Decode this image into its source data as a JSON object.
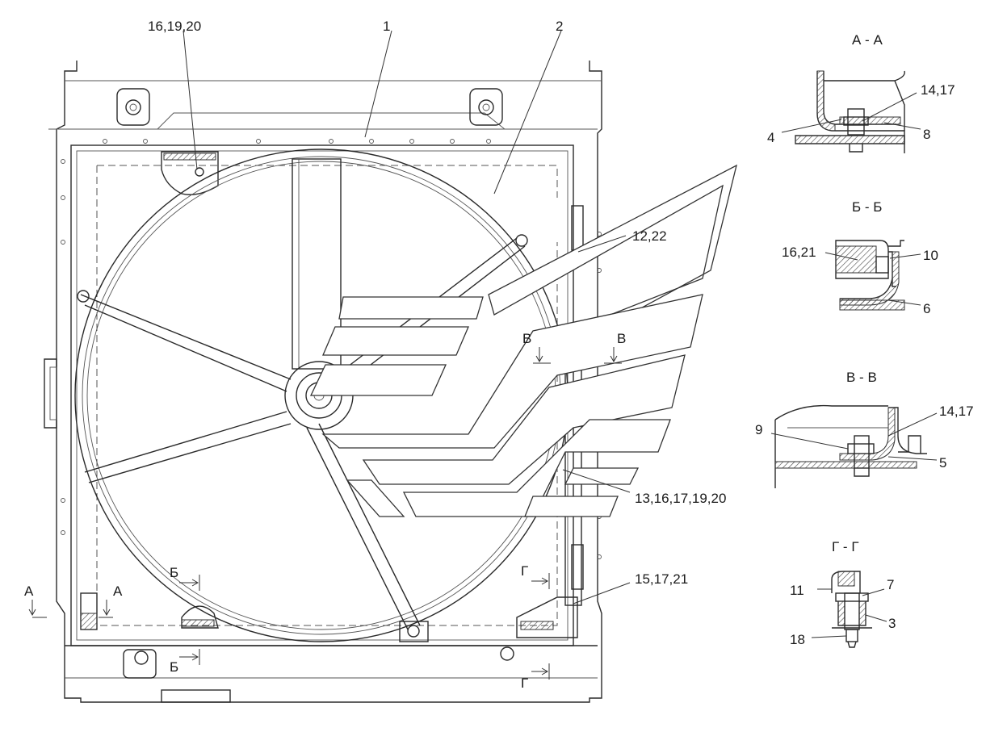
{
  "callouts": {
    "c_16_19_20": "16,19,20",
    "c_1": "1",
    "c_2": "2",
    "c_12_22": "12,22",
    "c_13_16_17_19_20": "13,16,17,19,20",
    "c_15_17_21": "15,17,21"
  },
  "section_marks": {
    "a": "А",
    "b": "Б",
    "v": "В",
    "g": "Г"
  },
  "sections": {
    "aa": {
      "title": "А - А",
      "labels": [
        "14,17",
        "4",
        "8"
      ]
    },
    "bb": {
      "title": "Б - Б",
      "labels": [
        "16,21",
        "10",
        "6"
      ]
    },
    "vv": {
      "title": "В - В",
      "labels": [
        "14,17",
        "9",
        "5"
      ]
    },
    "gg": {
      "title": "Г - Г",
      "labels": [
        "11",
        "7",
        "3",
        "18"
      ]
    }
  },
  "colors": {
    "line": "#2a2a2a",
    "background": "#ffffff"
  }
}
